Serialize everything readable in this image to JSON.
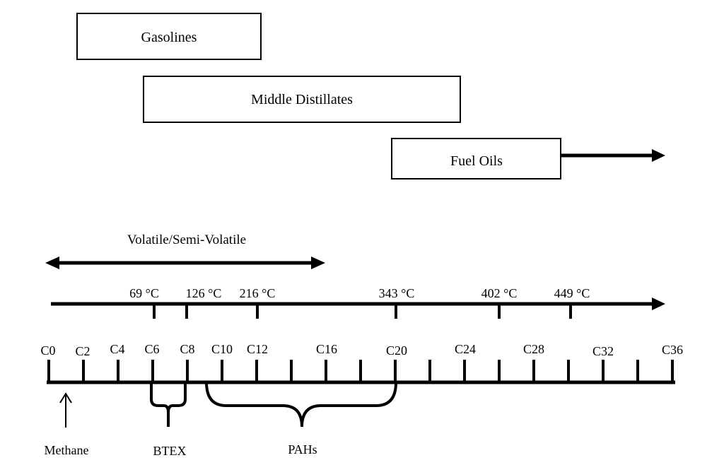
{
  "ranges": {
    "gasolines": "Gasolines",
    "middle_distillates": "Middle Distillates",
    "fuel_oils": "Fuel Oils"
  },
  "volatile_label": "Volatile/Semi-Volatile",
  "temperatures": [
    "69 °C",
    "126 °C",
    "216 °C",
    "343 °C",
    "402 °C",
    "449 °C"
  ],
  "carbon_labels": [
    "C0",
    "C2",
    "C4",
    "C6",
    "C8",
    "C10",
    "C12",
    "C16",
    "C20",
    "C24",
    "C28",
    "C32",
    "C36"
  ],
  "annotations": {
    "methane": "Methane",
    "btex": "BTEX",
    "pahs": "PAHs"
  },
  "colors": {
    "ink": "#000000"
  }
}
